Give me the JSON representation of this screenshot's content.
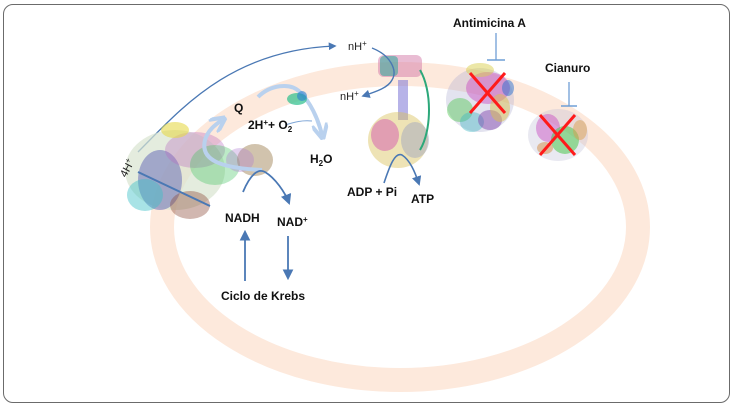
{
  "diagram": {
    "title": "Cadena de transporte de electrones y fosforilación oxidativa",
    "colors": {
      "membrane": "#fde9dc",
      "arrow_dark": "#4a78b4",
      "arrow_light": "#b9d1ee",
      "inhibition_x": "#ff1a1a",
      "inhibitor_bar": "#6f9fd6",
      "frame_border": "#6b6b6b"
    },
    "labels": {
      "four_h": "4H",
      "four_h_sup": "+",
      "q": "Q",
      "two_h": "2H",
      "two_h_sup": "+",
      "plus_o2": "+ O",
      "o2_sub": "2",
      "h2o_h": "H",
      "h2o_sub": "2",
      "h2o_o": "O",
      "nadh": "NADH",
      "nad": "NAD",
      "nad_sup": "+",
      "krebs": "Ciclo de Krebs",
      "nh_top": "nH",
      "nh_top_sup": "+",
      "nh_bottom": "nH",
      "nh_bottom_sup": "+",
      "adp_pi": "ADP + Pi",
      "atp": "ATP",
      "antimycin": "Antimicina A",
      "cyanide": "Cianuro"
    },
    "complexes": [
      {
        "name": "complex-i",
        "inhibited": false
      },
      {
        "name": "cytochrome-c",
        "inhibited": false
      },
      {
        "name": "atp-synthase",
        "inhibited": false
      },
      {
        "name": "complex-iii",
        "inhibited": true,
        "inhibitor": "Antimicina A"
      },
      {
        "name": "complex-iv",
        "inhibited": true,
        "inhibitor": "Cianuro"
      }
    ]
  }
}
